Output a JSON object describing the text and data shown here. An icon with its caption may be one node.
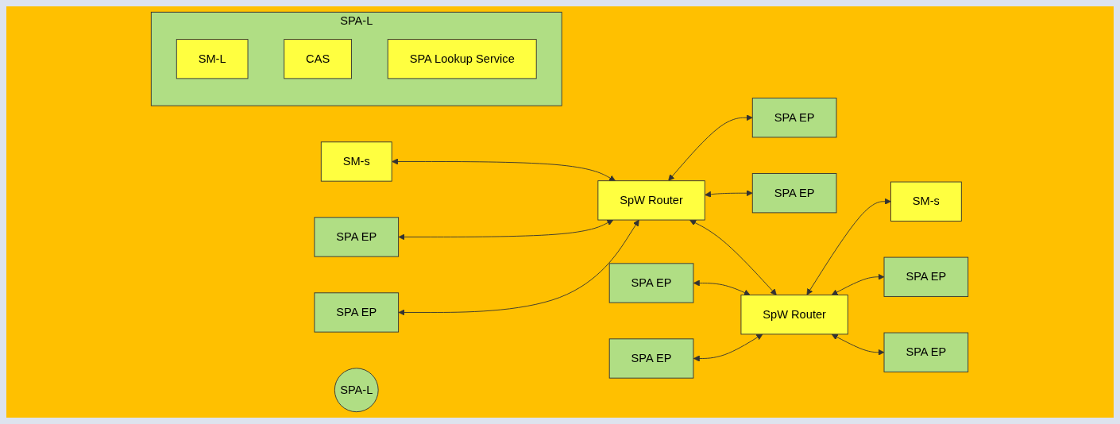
{
  "diagram": {
    "nodes": [
      {
        "text": [
          "SPA-L"
        ]
      },
      {
        "text": [
          "SM-L"
        ],
        "in": 0
      },
      {
        "text": [
          "CAS"
        ],
        "in": 0
      },
      {
        "text": [
          "SPA Lookup Service"
        ],
        "in": 0
      },
      {
        "text": [
          "SM-s"
        ]
      },
      {
        "text": [
          "SPA EP"
        ]
      },
      {
        "text": [
          "SPA EP"
        ]
      },
      {
        "text": [
          "SpW Router"
        ]
      },
      {
        "text": [
          "SPA EP"
        ]
      },
      {
        "text": [
          "SPA EP"
        ]
      },
      {
        "text": [
          "SPA EP"
        ]
      },
      {
        "text": [
          "SPA EP"
        ]
      },
      {
        "text": [
          "SpW Router"
        ]
      },
      {
        "text": [
          "SPA EP"
        ]
      },
      {
        "text": [
          "SPA EP"
        ]
      },
      {
        "text": [
          "SM-s"
        ]
      },
      {
        "text": [
          "SPA-L"
        ]
      }
    ],
    "edges": [
      {
        "from": 4,
        "to": 7,
        "arrow": "both"
      },
      {
        "from": 7,
        "to": 12,
        "arrow": "both"
      },
      {
        "from": 12,
        "to": 15,
        "arrow": "both"
      },
      {
        "from": 5,
        "to": 7,
        "arrow": "both"
      },
      {
        "from": 6,
        "to": 7,
        "arrow": "both"
      },
      {
        "from": 7,
        "to": 8,
        "arrow": "both"
      },
      {
        "from": 7,
        "to": 9,
        "arrow": "both"
      },
      {
        "from": 10,
        "to": 12,
        "arrow": "both"
      },
      {
        "from": 11,
        "to": 12,
        "arrow": "both"
      },
      {
        "from": 12,
        "to": 13,
        "arrow": "both"
      },
      {
        "from": 12,
        "to": 14,
        "arrow": "both"
      }
    ]
  }
}
